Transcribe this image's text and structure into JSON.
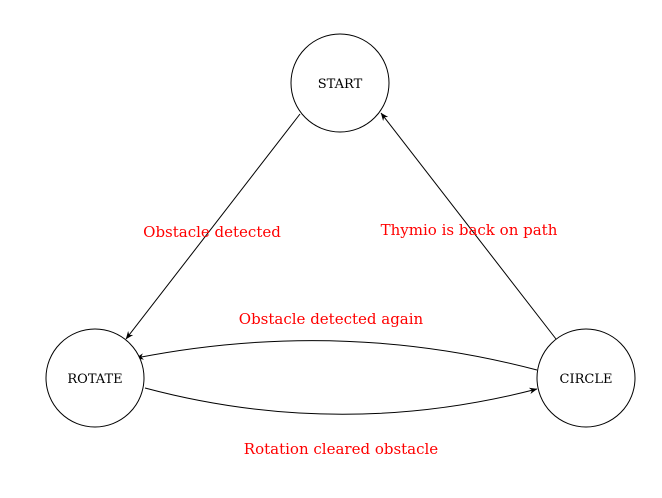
{
  "colors": {
    "node_stroke": "#000000",
    "edge_stroke": "#000000",
    "label_red": "#ff0000"
  },
  "nodes": {
    "start": {
      "label": "START"
    },
    "rotate": {
      "label": "ROTATE"
    },
    "circle": {
      "label": "CIRCLE"
    }
  },
  "edges": {
    "start_to_rotate": {
      "from": "START",
      "to": "ROTATE",
      "label": "Obstacle detected"
    },
    "circle_to_start": {
      "from": "CIRCLE",
      "to": "START",
      "label": "Thymio is back on path"
    },
    "circle_to_rotate": {
      "from": "CIRCLE",
      "to": "ROTATE",
      "label": "Obstacle detected again"
    },
    "rotate_to_circle": {
      "from": "ROTATE",
      "to": "CIRCLE",
      "label": "Rotation cleared obstacle"
    }
  }
}
